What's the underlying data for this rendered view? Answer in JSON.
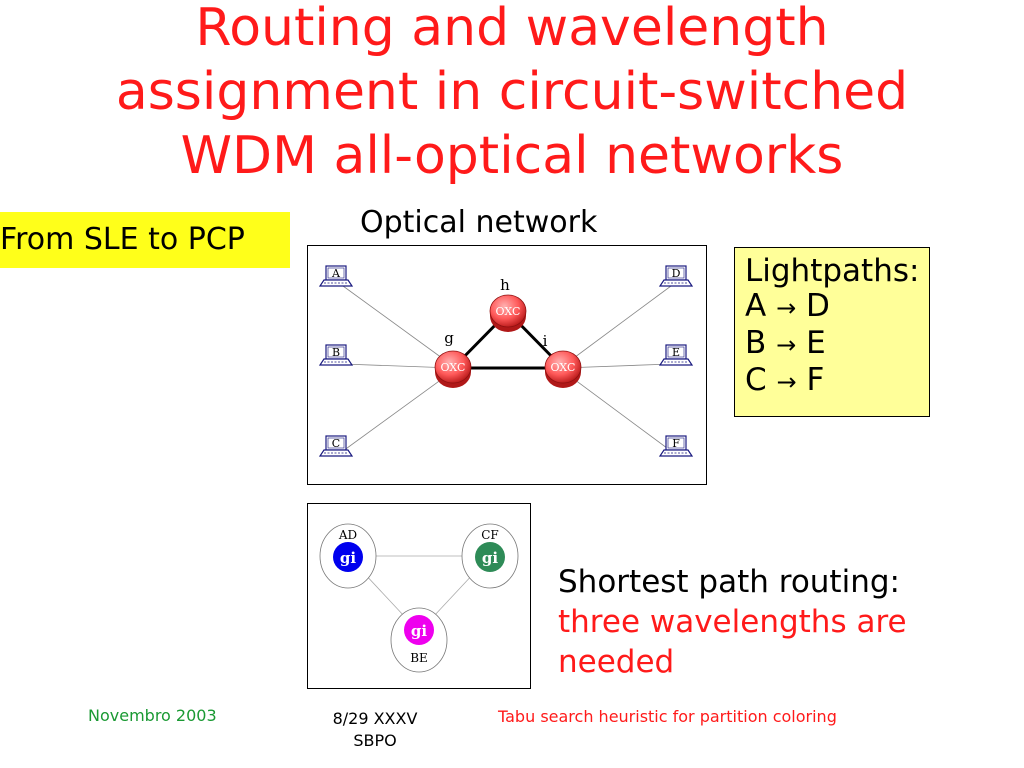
{
  "title": {
    "line1": "Routing and wavelength",
    "line2": "assignment in circuit-switched",
    "line3": "WDM all-optical networks"
  },
  "tag": "From SLE to PCP",
  "network": {
    "label": "Optical network",
    "terminals": [
      "A",
      "B",
      "C",
      "D",
      "E",
      "F"
    ],
    "nodes": [
      "g",
      "h",
      "i"
    ],
    "switch_label": "OXC"
  },
  "lightpaths": {
    "heading": "Lightpaths:",
    "items": [
      {
        "from": "A",
        "to": "D"
      },
      {
        "from": "B",
        "to": "E"
      },
      {
        "from": "C",
        "to": "F"
      }
    ],
    "arrow": "→"
  },
  "conflict_graph": {
    "vertices": [
      {
        "name": "AD",
        "label": "gi",
        "color": "#0000ee"
      },
      {
        "name": "CF",
        "label": "gi",
        "color": "#2e8b57"
      },
      {
        "name": "BE",
        "label": "gi",
        "color": "#ee00ee"
      }
    ]
  },
  "caption": {
    "line1": "Shortest path routing:",
    "line2": "three wavelengths are needed"
  },
  "footer": {
    "left": "Novembro 2003",
    "mid_line1": "8/29 XXXV",
    "mid_line2": "SBPO",
    "right": "Tabu search heuristic for partition coloring"
  },
  "colors": {
    "title": "#ff1a1a",
    "highlight": "#ffff1a",
    "lightpath_box": "#ffff99",
    "footer_left": "#1a9933",
    "oxc": "#ff5a5a"
  }
}
